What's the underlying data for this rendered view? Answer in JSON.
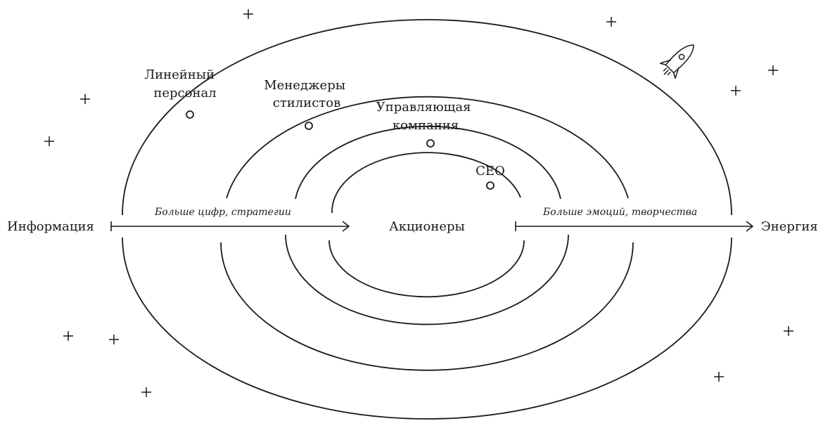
{
  "levels": {
    "linear_staff": [
      "Линейный",
      "персонал"
    ],
    "stylist_managers": [
      "Менеджеры",
      "стилистов"
    ],
    "management_company": [
      "Управляющая",
      "компания"
    ],
    "ceo": "CEO",
    "shareholders": "Акционеры"
  },
  "axis": {
    "left_label": "Информация",
    "right_label": "Энергия",
    "left_caption": "Больше цифр, стратегии",
    "right_caption": "Больше эмоций, творчества"
  },
  "icons": {
    "rocket": "rocket-icon",
    "star": "plus-star-icon"
  },
  "colors": {
    "ink": "#1a1a1a",
    "background": "#ffffff"
  }
}
